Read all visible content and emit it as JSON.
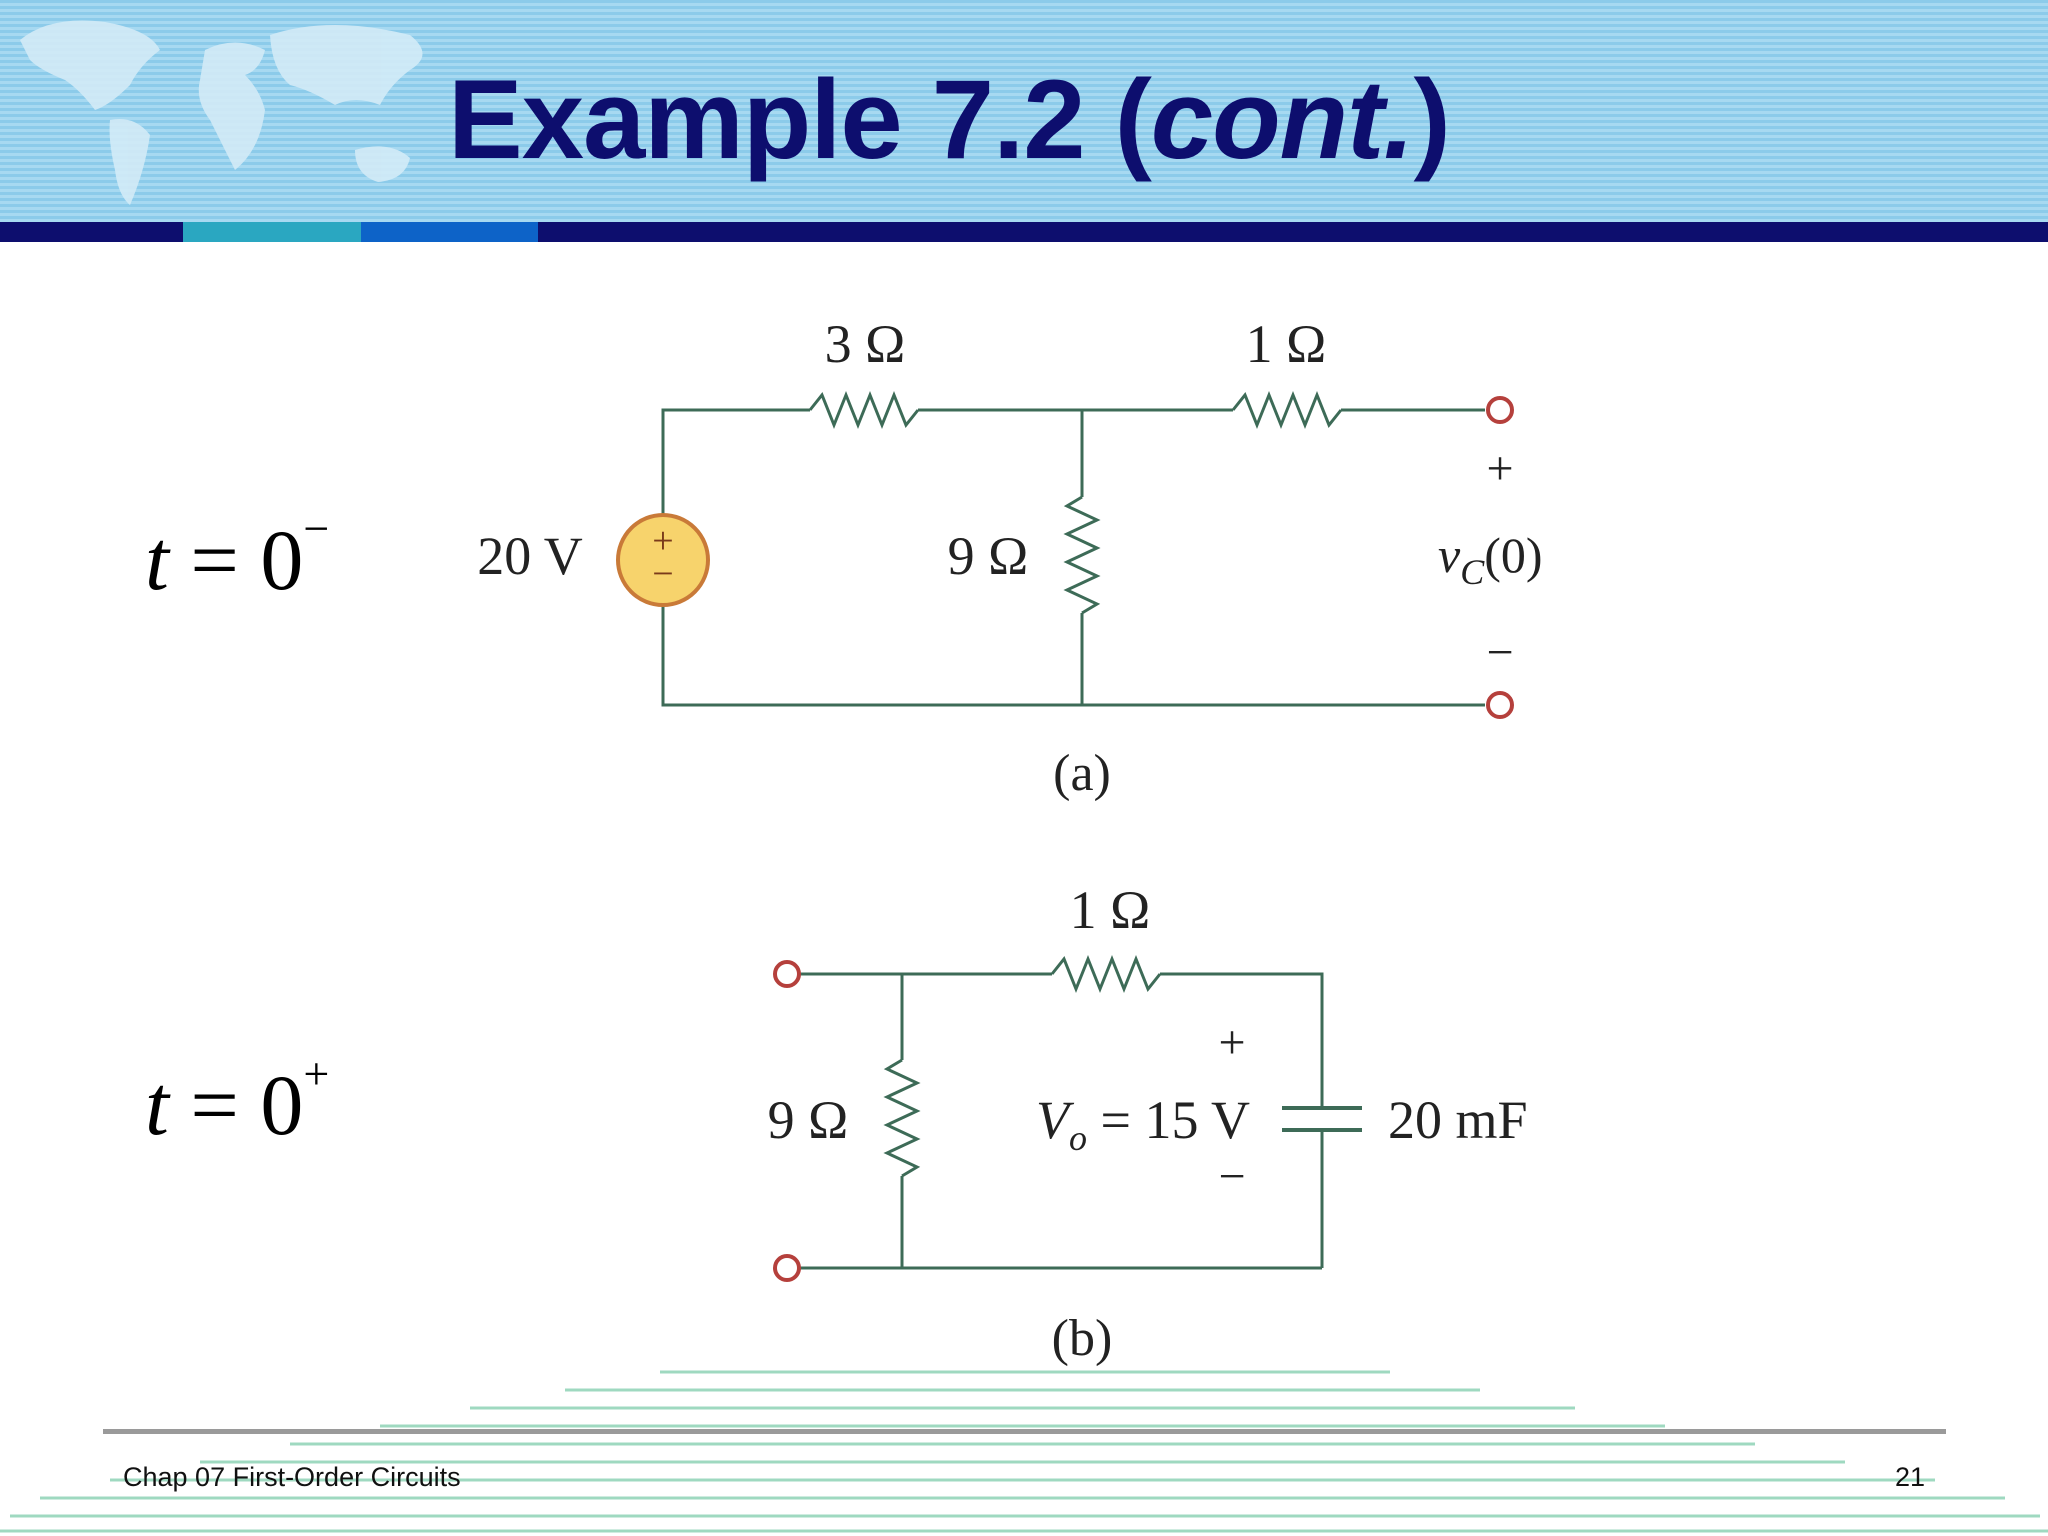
{
  "slide": {
    "title_main": "Example 7.2 (",
    "title_italic": "cont.",
    "title_close": ")",
    "accent_colors": [
      "#0d0e6e",
      "#2aa7c1",
      "#0d63c8",
      "#0d0e6e"
    ]
  },
  "labels": {
    "t_minus": {
      "var": "t",
      "eq": " = 0",
      "sup": "−"
    },
    "t_plus": {
      "var": "t",
      "eq": " = 0",
      "sup": "+"
    }
  },
  "circuit_a": {
    "r1": "3 Ω",
    "r2": "1 Ω",
    "r3": "9 Ω",
    "source": "20 V",
    "source_plus": "+",
    "source_minus": "−",
    "out_plus": "+",
    "out_var": "v",
    "out_sub": "C",
    "out_arg": "(0)",
    "out_minus": "−",
    "caption": "(a)",
    "colors": {
      "wire": "#3d6b57",
      "terminal": "#b5403c",
      "source_fill": "#f7d36c",
      "source_stroke": "#c97a38"
    }
  },
  "circuit_b": {
    "r_top": "1 Ω",
    "r_left": "9 Ω",
    "cap": "20 mF",
    "v_plus": "+",
    "v_var": "V",
    "v_sub": "o",
    "v_val": " = 15 V",
    "v_minus": "−",
    "caption": "(b)"
  },
  "footer": {
    "left": "Chap 07 First-Order Circuits",
    "page": "21"
  }
}
